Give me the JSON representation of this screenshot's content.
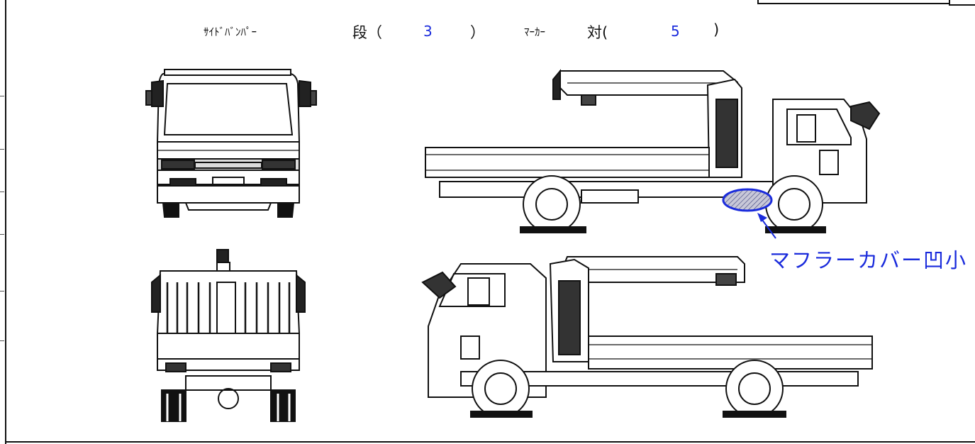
{
  "header": {
    "side_bumper_label": "ｻｲﾄﾞﾊﾞﾝﾊﾟｰ",
    "dan_label": "段（",
    "dan_value": "3",
    "dan_close": "）",
    "marker_label": "ﾏｰｶｰ",
    "tsui_label": "対(",
    "tsui_value": "5",
    "tsui_close": ")"
  },
  "annotation": {
    "text": "マフラーカバー凹小",
    "color": "#1a2bdc"
  },
  "views": [
    "front-view",
    "rear-view",
    "left-side-view",
    "right-side-view"
  ]
}
